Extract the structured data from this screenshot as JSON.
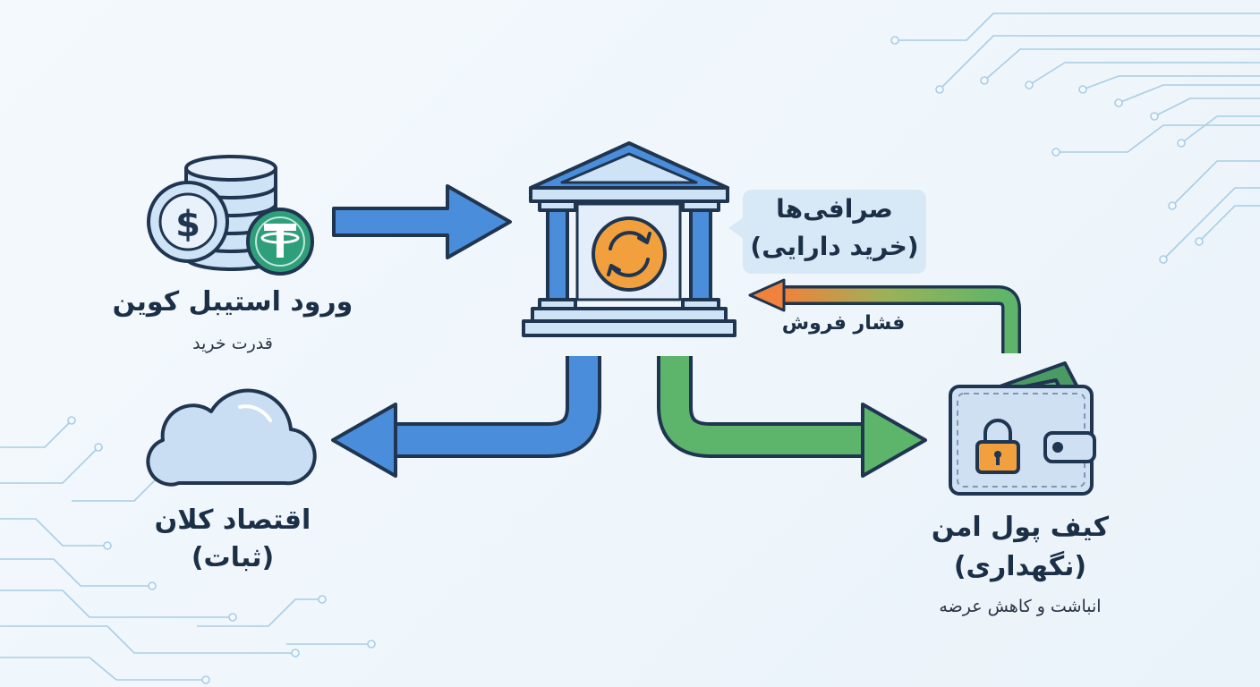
{
  "nodes": {
    "stablecoin": {
      "title": "ورود استیبل کوین",
      "subtitle": "قدرت خرید"
    },
    "exchanges": {
      "line1": "صرافی‌ها",
      "line2": "(خرید دارایی)"
    },
    "sell_pressure": {
      "label": "فشار فروش"
    },
    "macro": {
      "line1": "اقتصاد کلان",
      "line2": "(ثبات)"
    },
    "wallet": {
      "line1": "کیف پول امن",
      "line2": "(نگهداری)",
      "subtitle": "انباشت و کاهش عرضه"
    }
  },
  "icons": {
    "coin_stack": "coin-stack-icon",
    "dollar_coin": "dollar-coin-icon",
    "tether_coin": "tether-coin-icon",
    "bank": "bank-icon",
    "exchange_arrows": "exchange-arrows-icon",
    "cloud": "cloud-icon",
    "wallet": "wallet-icon",
    "lock": "lock-icon"
  },
  "colors": {
    "blue_arrow": "#4a8ddb",
    "green_arrow": "#5cb56a",
    "orange_arrow": "#f0823c",
    "outline": "#1f3550",
    "bank_fill": "#cfe3f6",
    "exchange_orange": "#f2a03d",
    "tether_green": "#2f9e7a",
    "cloud_fill": "#c9def2",
    "wallet_fill": "#cfe0f3",
    "money_green": "#4a9b63",
    "lock_orange": "#f2a03d",
    "circuit": "#a9cde3"
  }
}
